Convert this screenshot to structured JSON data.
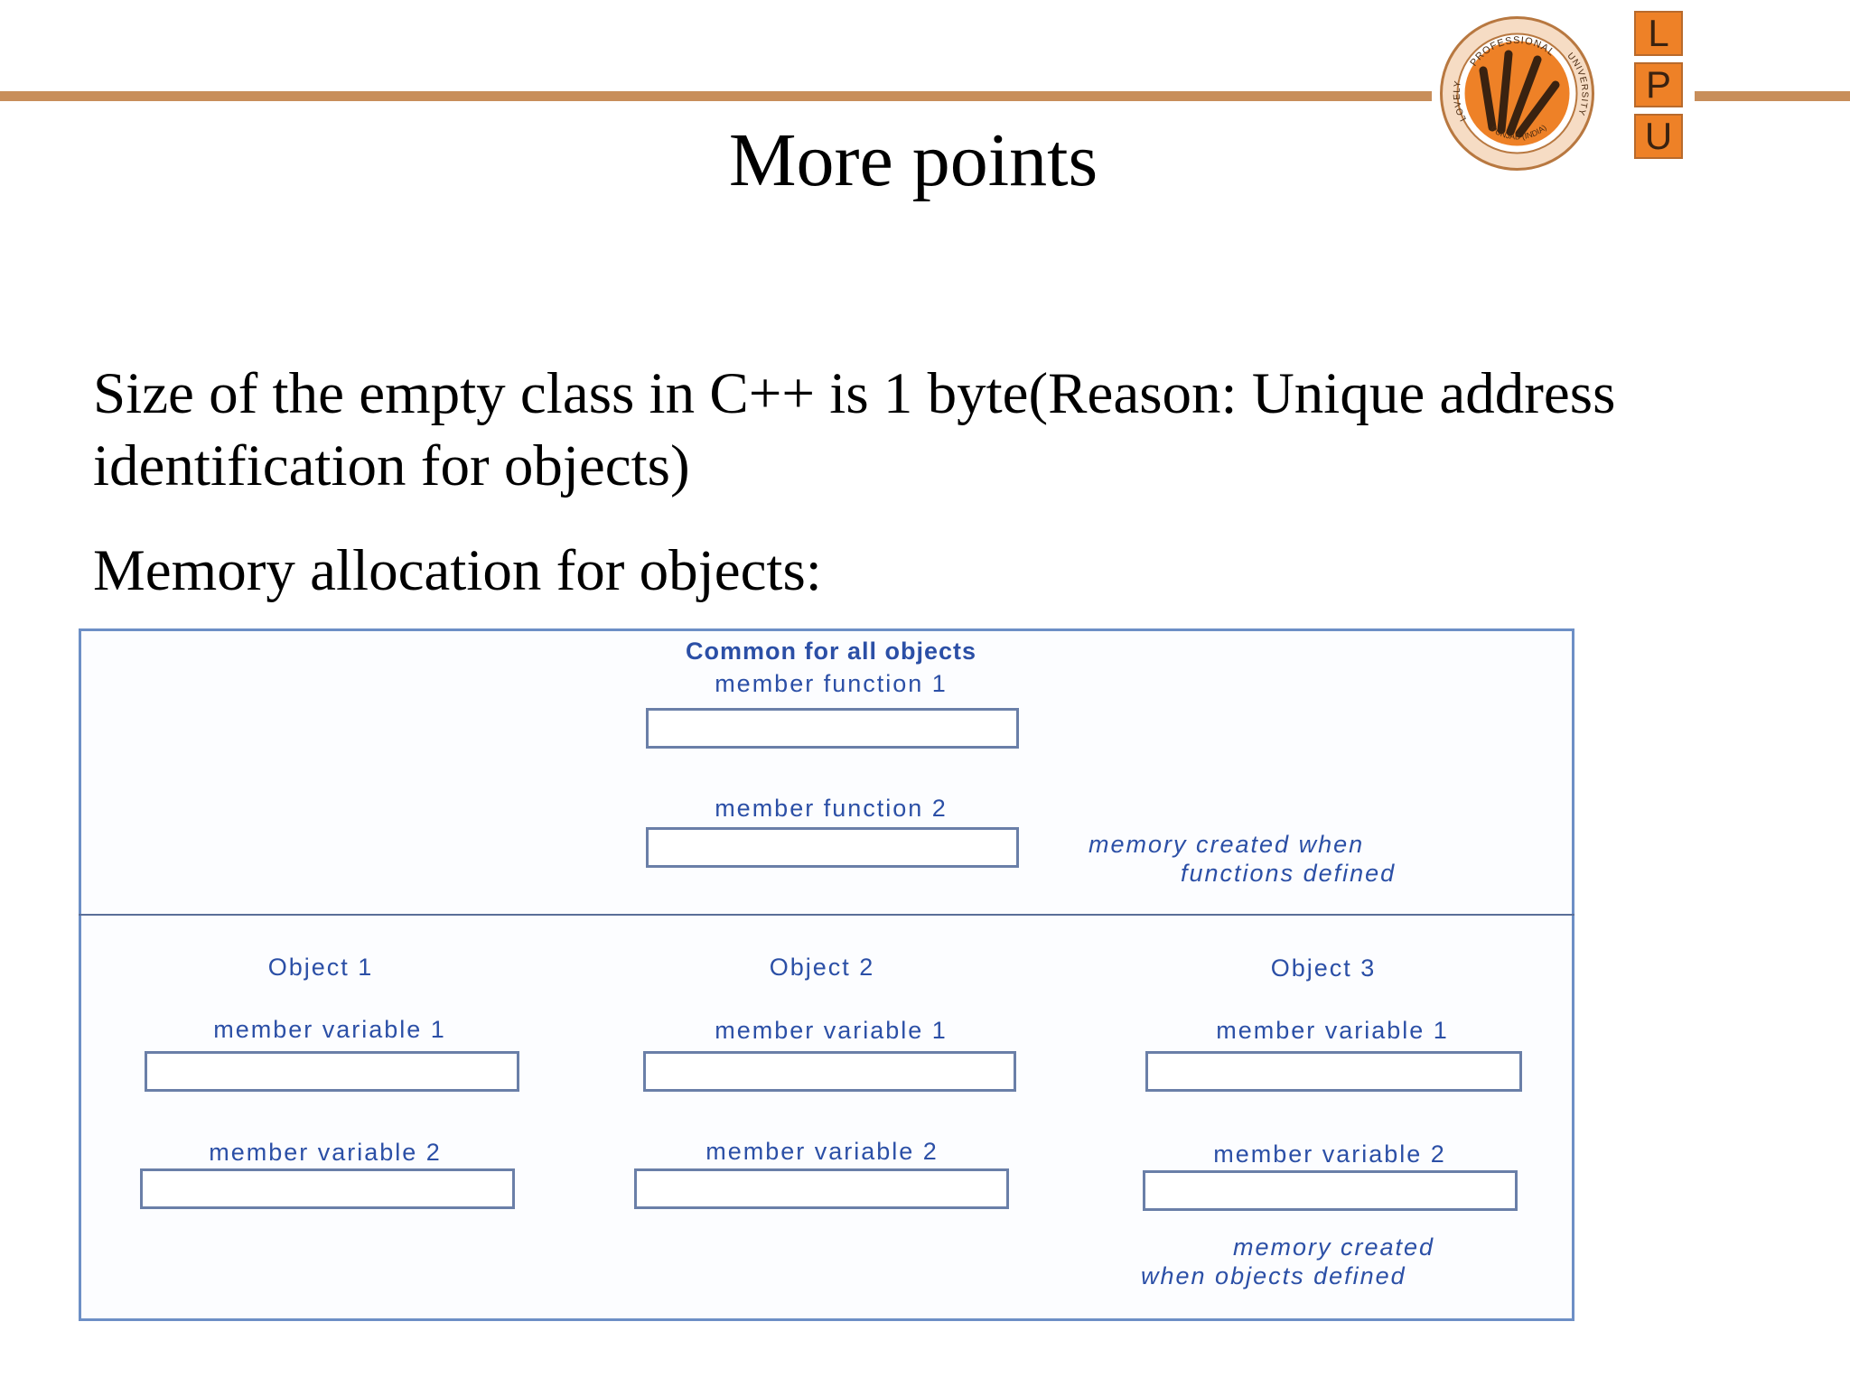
{
  "header": {
    "title": "More points",
    "logo": {
      "seal_top_text": "PROFESSIONAL",
      "seal_left_text": "LOVELY",
      "seal_right_text": "UNIVERSITY",
      "seal_bottom_text": "PUNJAB (INDIA)",
      "letters": [
        "L",
        "P",
        "U"
      ],
      "color": "#ee8127"
    }
  },
  "content": {
    "paragraph1": "Size of the empty class in C++ is 1 byte(Reason: Unique address identification for objects)",
    "paragraph2": "Memory allocation for objects:"
  },
  "diagram": {
    "common_heading": "Common for all objects",
    "member_function_1": "member function 1",
    "member_function_2": "member function 2",
    "functions_note_line1": "memory created when",
    "functions_note_line2": "functions defined",
    "objects": [
      {
        "title": "Object 1",
        "var1": "member variable 1",
        "var2": "member variable 2"
      },
      {
        "title": "Object 2",
        "var1": "member variable 1",
        "var2": "member variable 2"
      },
      {
        "title": "Object 3",
        "var1": "member variable 1",
        "var2": "member variable 2"
      }
    ],
    "objects_note_line1": "memory created",
    "objects_note_line2": "when objects defined",
    "label_color": "#2b4fa6"
  }
}
